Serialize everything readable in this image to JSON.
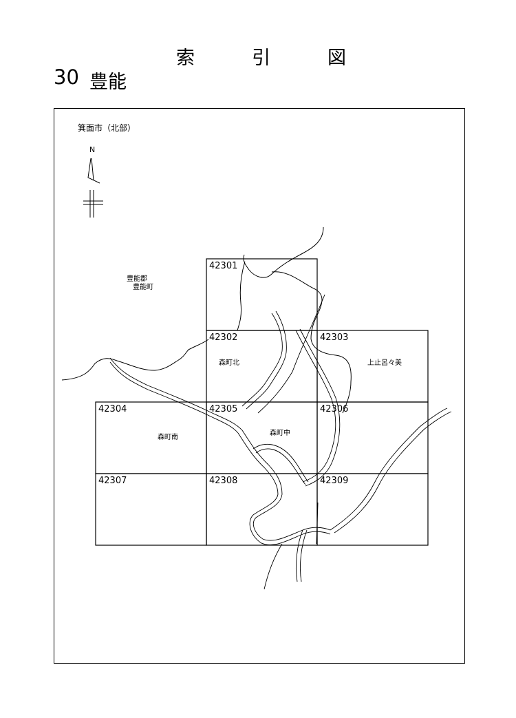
{
  "header": {
    "title_chars": [
      "索",
      "引",
      "図"
    ],
    "map_number": "30",
    "map_name": "豊能"
  },
  "labels": {
    "city_north": "箕面市（北部）",
    "town_line1": "豊能郡",
    "town_line2": "豊能町",
    "morimachi_kita": "森町北",
    "kamitodoromi": "上止呂々美",
    "morimachi_minami": "森町南",
    "morimachi_naka": "森町中",
    "north": "N"
  },
  "sheets": [
    "42301",
    "42302",
    "42303",
    "42304",
    "42305",
    "42306",
    "42307",
    "42308",
    "42309"
  ]
}
